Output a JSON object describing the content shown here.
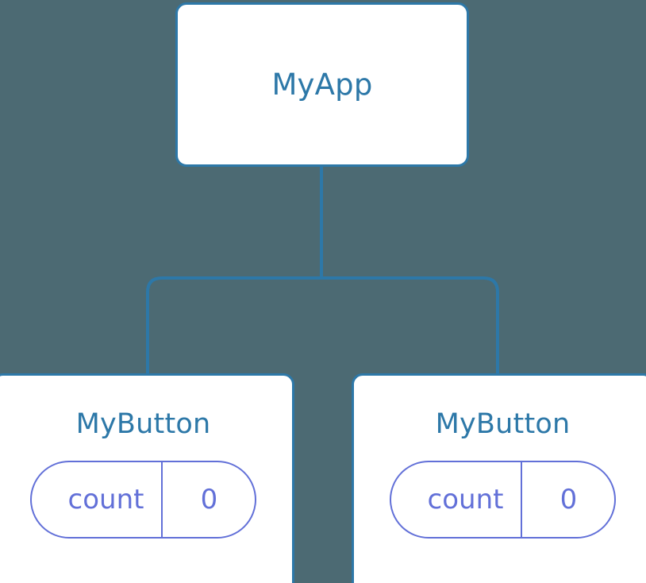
{
  "diagram": {
    "type": "component-tree",
    "background_color": "#4c6a73",
    "node_border_color": "#2d78a8",
    "node_fill_color": "#ffffff",
    "title_color": "#2d78a8",
    "pill_color": "#6270d8",
    "connector_color": "#2d78a8"
  },
  "root": {
    "title": "MyApp"
  },
  "children": [
    {
      "title": "MyButton",
      "state": {
        "key": "count",
        "value": "0"
      }
    },
    {
      "title": "MyButton",
      "state": {
        "key": "count",
        "value": "0"
      }
    }
  ]
}
